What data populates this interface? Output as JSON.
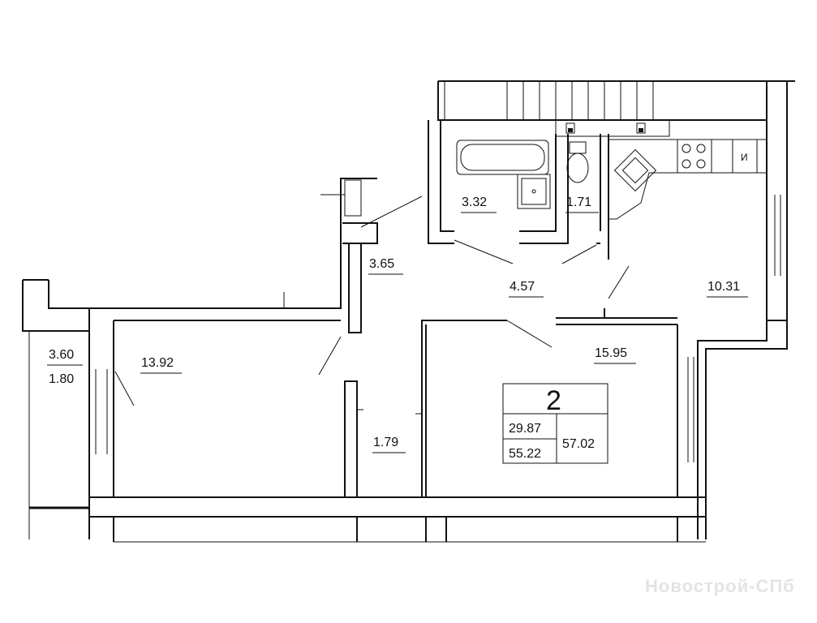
{
  "rooms": {
    "bathroom": "3.32",
    "toilet": "1.71",
    "hall_entry": "3.65",
    "corridor": "4.57",
    "kitchen": "10.31",
    "room_left": "13.92",
    "room_right": "15.95",
    "closet": "1.79",
    "balcony_area": "3.60",
    "balcony_reduced": "1.80"
  },
  "summary": {
    "room_count": "2",
    "living_area": "29.87",
    "total_area": "55.22",
    "area_with_balcony": "57.02"
  },
  "kitchen_label": "И",
  "watermark": "Новострой-СПб"
}
